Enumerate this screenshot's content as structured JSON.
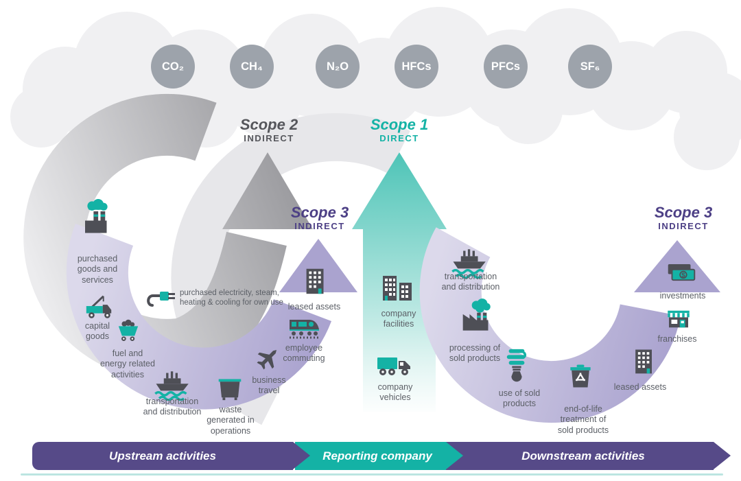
{
  "colors": {
    "teal": "#14b2a5",
    "dark": "#4e4f56",
    "textGray": "#5b5f66",
    "scopeGray": "#55565b",
    "purple": "#4c3f85",
    "bannerPurple": "#564a88",
    "gasCircle": "#9da3ab",
    "underline": "#bce5e1",
    "cloud": "#f0f0f2",
    "lavenderArcLight": "#dcd9eb",
    "lavenderArcDark": "#aaa3cf",
    "grayArrowLight": "#ececee",
    "grayArrowDark": "#9c9ca0",
    "tealArrowTop": "#4ec4b7"
  },
  "gases": [
    "CO₂",
    "CH₄",
    "N₂O",
    "HFCs",
    "PFCs",
    "SF₆"
  ],
  "scopes": {
    "scope2": {
      "title": "Scope 2",
      "subtitle": "INDIRECT"
    },
    "scope1": {
      "title": "Scope 1",
      "subtitle": "DIRECT"
    },
    "scope3_left": {
      "title": "Scope 3",
      "subtitle": "INDIRECT"
    },
    "scope3_right": {
      "title": "Scope 3",
      "subtitle": "INDIRECT"
    }
  },
  "note": "purchased electricity, steam,\nheating & cooling for own use",
  "upstream_items": [
    "purchased\ngoods and\nservices",
    "capital\ngoods",
    "fuel and\nenergy related\nactivities",
    "transportation\nand distribution",
    "waste\ngenerated in\noperations",
    "business\ntravel",
    "employee\ncommuting",
    "leased assets"
  ],
  "company_items": [
    "company\nfacilities",
    "company\nvehicles"
  ],
  "downstream_items": [
    "transportation\nand distribution",
    "processing of\nsold products",
    "use of sold\nproducts",
    "end-of-life\ntreatment of\nsold products",
    "leased assets",
    "franchises",
    "investments"
  ],
  "banner": {
    "upstream": "Upstream activities",
    "company": "Reporting company",
    "downstream": "Downstream activities"
  }
}
